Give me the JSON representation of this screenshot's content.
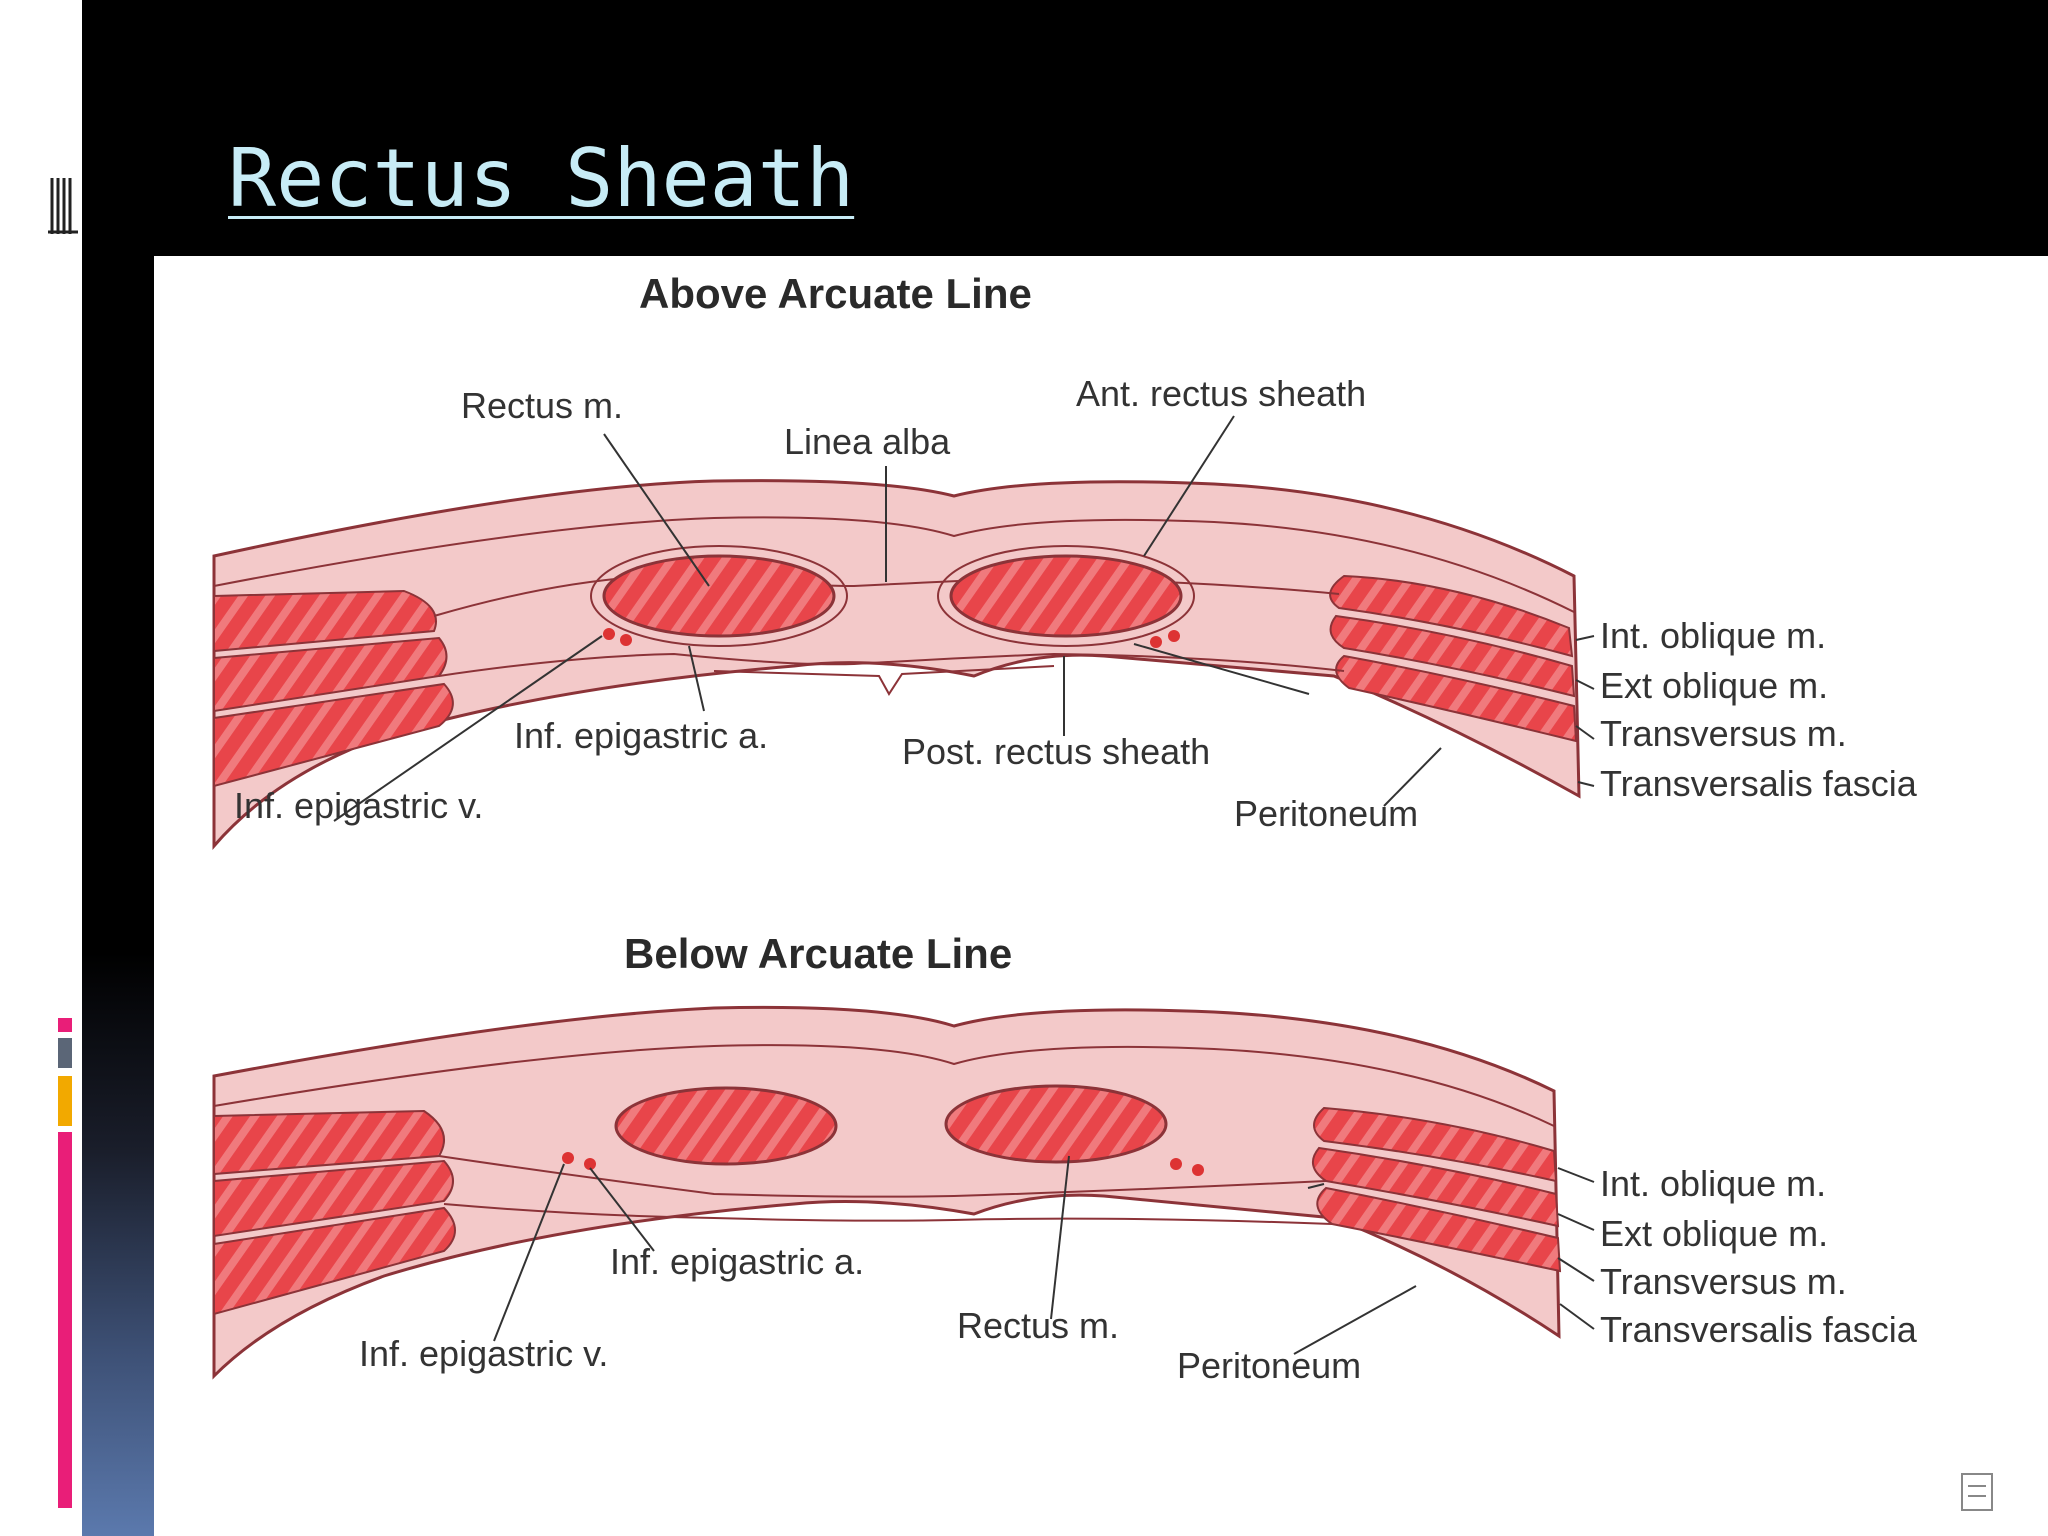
{
  "slide": {
    "title": "Rectus Sheath",
    "colors": {
      "title": "#c7ecf6",
      "muscle": "#e8454a",
      "tissue": "#f3c9c9",
      "accent_pink": "#e91e78",
      "accent_gold": "#f2a900"
    }
  },
  "figure": {
    "upper": {
      "heading": "Above Arcuate Line",
      "labels": {
        "rectus_m": "Rectus m.",
        "linea_alba": "Linea alba",
        "ant_rectus_sheath": "Ant. rectus sheath",
        "int_oblique": "Int. oblique m.",
        "ext_oblique": "Ext oblique m.",
        "transversus": "Transversus m.",
        "transversalis": "Transversalis fascia",
        "inf_epigastric_a": "Inf. epigastric a.",
        "post_rectus_sheath": "Post. rectus sheath",
        "inf_epigastric_v": "Inf. epigastric v.",
        "peritoneum": "Peritoneum"
      }
    },
    "lower": {
      "heading": "Below Arcuate Line",
      "labels": {
        "int_oblique": "Int. oblique m.",
        "ext_oblique": "Ext oblique m.",
        "transversus": "Transversus m.",
        "transversalis": "Transversalis fascia",
        "inf_epigastric_a": "Inf. epigastric a.",
        "rectus_m": "Rectus m.",
        "inf_epigastric_v": "Inf. epigastric v.",
        "peritoneum": "Peritoneum"
      }
    }
  }
}
